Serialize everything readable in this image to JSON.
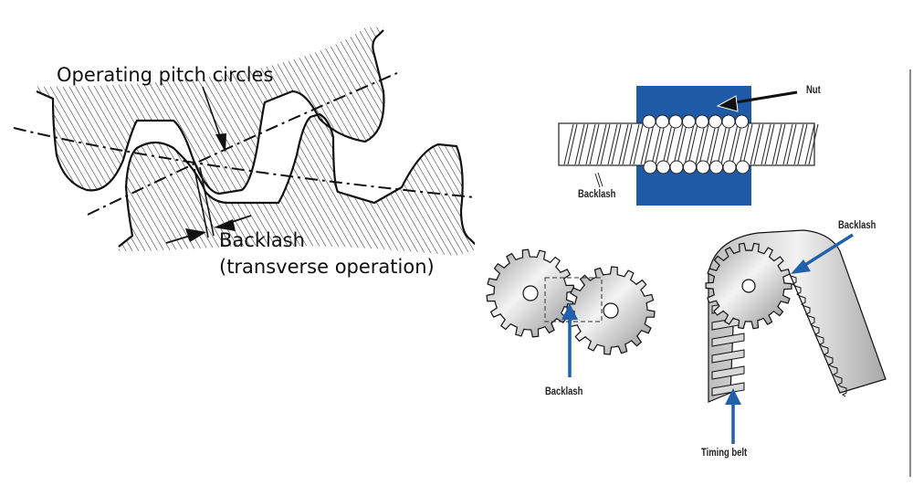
{
  "left_diagram": {
    "title": "Gear mesh backlash",
    "labels": {
      "pitch_circles": "Operating pitch circles",
      "backlash": "Backlash",
      "backlash_sub": "(transverse operation)"
    }
  },
  "right_diagram": {
    "ball_screw": {
      "nut_label": "Nut",
      "backlash_label": "Backlash",
      "ball_count_per_row": 8
    },
    "gear_pair": {
      "backlash_label": "Backlash"
    },
    "timing_belt": {
      "backlash_label": "Backlash",
      "belt_label": "Timing belt"
    }
  },
  "colors": {
    "accent_blue": "#1f5aa6",
    "arrow_blue": "#2160ad",
    "line": "#111111",
    "panel_border": "#8a8a8a"
  }
}
